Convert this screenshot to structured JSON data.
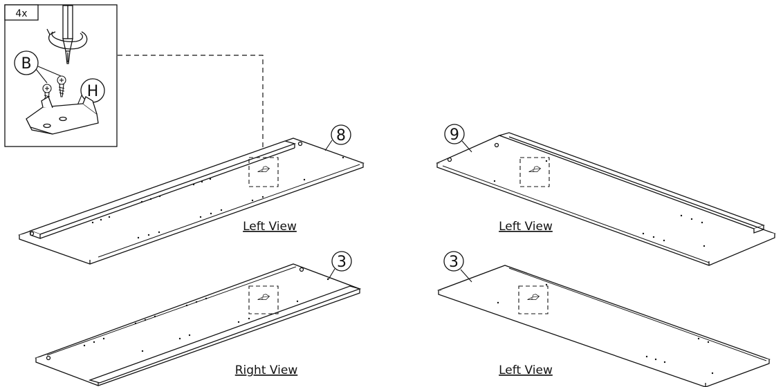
{
  "inset": {
    "quantity": "4x",
    "part_screw": "B",
    "part_bracket": "H"
  },
  "panels": [
    {
      "callout": "8",
      "view": "Left View"
    },
    {
      "callout": "9",
      "view": "Left View"
    },
    {
      "callout": "3",
      "view": "Right View"
    },
    {
      "callout": "3",
      "view": "Left View"
    }
  ]
}
